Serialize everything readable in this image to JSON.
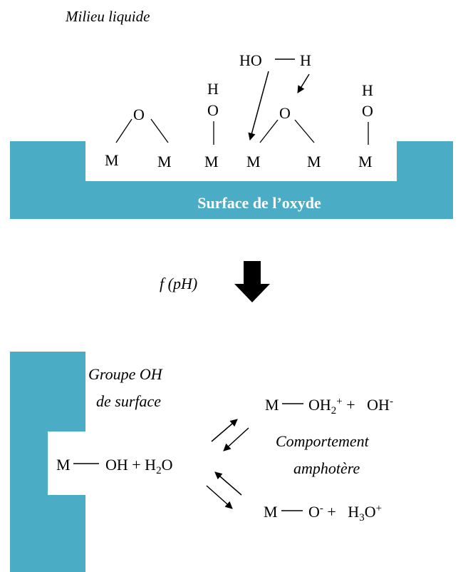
{
  "top": {
    "medium_label": "Milieu liquide",
    "surface_label": "Surface de l’oxyde",
    "water": {
      "ho": "HO",
      "h": "H"
    },
    "atoms": {
      "m": "M",
      "o": "O",
      "h": "H"
    },
    "colors": {
      "surface": "#4BACC6"
    }
  },
  "transition": {
    "label": "f (pH)"
  },
  "bottom": {
    "group_label_1": "Groupe OH",
    "group_label_2": "de surface",
    "left_eq": {
      "m": "M",
      "oh": "OH + H",
      "sub2": "2",
      "o": "O"
    },
    "upper_eq": {
      "m": "M",
      "oh": "OH",
      "sub2": "2",
      "plus": "+",
      "plus2": " +   OH",
      "minus": "-"
    },
    "lower_eq": {
      "m": "M",
      "o": "O",
      "minus": "-",
      "plus_h": " +   H",
      "sub3": "3",
      "o2": "O",
      "plus": "+"
    },
    "behavior_1": "Comportement",
    "behavior_2": "amphotère"
  }
}
